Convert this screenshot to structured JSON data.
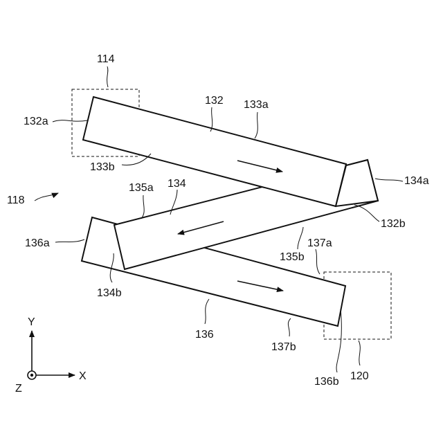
{
  "labels": {
    "l114": "114",
    "l132": "132",
    "l132a": "132a",
    "l133a": "133a",
    "l133b": "133b",
    "l118": "118",
    "l135a": "135a",
    "l134": "134",
    "l134a": "134a",
    "l132b": "132b",
    "l136a": "136a",
    "l135b": "135b",
    "l137a": "137a",
    "l134b": "134b",
    "l136": "136",
    "l137b": "137b",
    "l136b": "136b",
    "l120": "120"
  },
  "axes": {
    "y": "Y",
    "x": "X",
    "z": "Z"
  },
  "colors": {
    "line": "#111111",
    "background": "#ffffff"
  }
}
